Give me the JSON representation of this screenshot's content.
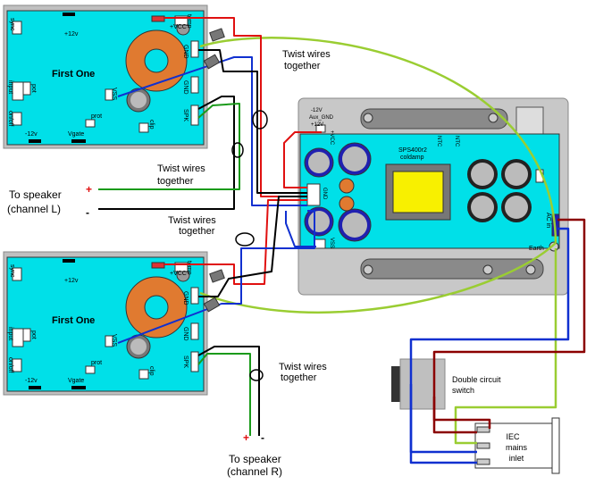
{
  "amp_top": {
    "title": "First One",
    "pin_12v_top": "+12v",
    "pin_vcc": "+VCC",
    "pin_temp": "temp",
    "pin_gnd_top": "GND",
    "pin_gnd_mid": "GND",
    "pin_spk": "SPK",
    "pin_vss": "VSS",
    "pin_sync": "sync",
    "pin_input": "input",
    "pin_pot": "pot",
    "pin_onoff": "on/off",
    "pin_12v_bottom": "-12v",
    "pin_vgate": "Vgate",
    "pin_prot": "prot",
    "pin_clip": "clip"
  },
  "amp_bottom": {
    "title": "First One",
    "pin_12v_top": "+12v",
    "pin_vcc": "+VCC",
    "pin_temp": "temp",
    "pin_gnd_top": "GND",
    "pin_gnd_mid": "GND",
    "pin_spk": "SPK",
    "pin_vss": "VSS",
    "pin_sync": "sync",
    "pin_input": "input",
    "pin_pot": "pot",
    "pin_onoff": "on/off",
    "pin_12v_bottom": "-12v",
    "pin_vgate": "Vgate",
    "pin_prot": "prot",
    "pin_clip": "clip"
  },
  "psu": {
    "label_neg12": "-12V",
    "label_aux_gnd": "Aux_GND",
    "label_pos12": "+12V",
    "label_vcc": "+VCC",
    "label_gnd": "GND",
    "label_vss": "VSS",
    "label_model": "SPS400r2",
    "label_coldamp": "coldamp",
    "label_ntc": "NTC",
    "label_ntc2": "NTC",
    "label_ac_in": "AC in",
    "label_earth": "Earth"
  },
  "labels": {
    "twist_top_1": "Twist wires",
    "twist_top_2": "together",
    "twist_left_1": "Twist wires",
    "twist_left_2": "together",
    "twist_mid_1": "Twist wires",
    "twist_mid_2": "together",
    "twist_bottom_1": "Twist wires",
    "twist_bottom_2": "together",
    "speaker_l_1": "To speaker",
    "speaker_l_2": "(channel L)",
    "speaker_r_1": "To speaker",
    "speaker_r_2": "(channel R)",
    "plus": "+",
    "minus": "-",
    "plus_r": "+",
    "minus_r": "-",
    "switch_1": "Double circuit",
    "switch_2": "switch",
    "iec_1": "IEC",
    "iec_2": "mains",
    "iec_3": "inlet"
  },
  "colors": {
    "board": "#00e0e8",
    "chassis": "#bfbfbf",
    "toroid": "#e07a30",
    "green_wire": "#9acd32",
    "red_wire": "#e01010",
    "blue_wire": "#1030d0",
    "brown_wire": "#8b0000"
  }
}
